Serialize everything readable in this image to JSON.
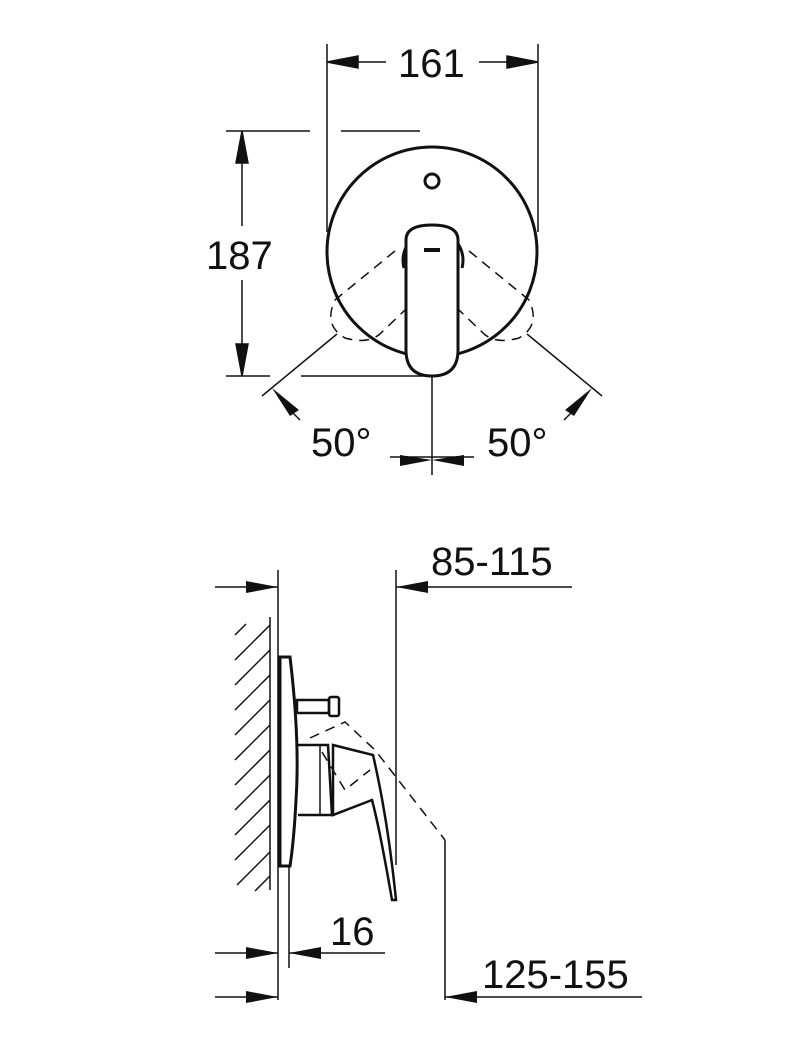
{
  "drawing": {
    "front_view": {
      "width_label": "161",
      "height_label": "187",
      "angle_left_label": "50°",
      "angle_right_label": "50°"
    },
    "side_view": {
      "handle_projection_label": "85-115",
      "plate_thickness_label": "16",
      "overall_projection_label": "125-155"
    },
    "colors": {
      "line": "#111111",
      "background": "#ffffff"
    }
  }
}
